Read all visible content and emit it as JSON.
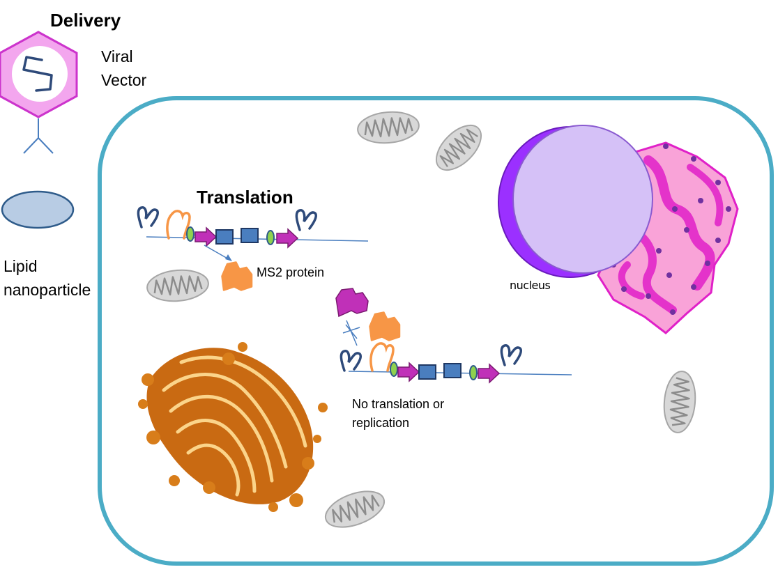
{
  "labels": {
    "delivery": "Delivery",
    "viral_vector_line1": "Viral",
    "viral_vector_line2": "Vector",
    "lipid_line1": "Lipid",
    "lipid_line2": "nanoparticle",
    "translation": "Translation",
    "ms2_protein": "MS2 protein",
    "nucleus": "nucleus",
    "no_translation_line1": "No translation or",
    "no_translation_line2": "replication"
  },
  "colors": {
    "cell_border": "#4bacc6",
    "capsid_fill": "#f3a6ee",
    "capsid_stroke": "#cc33cc",
    "lipid_fill": "#b8cce4",
    "lipid_stroke": "#2e5b8a",
    "rna_loop": "#2e4a7a",
    "ms2": "#f79646",
    "repressor": "#c030b8",
    "gene_box": "#4a7ebf",
    "rbs_oval": "#8fd14f",
    "mito_fill": "#d8d8d8",
    "nucleus_fill": "#d5c1f7",
    "nucleus_shadow": "#9b30ff",
    "er_fill": "#f9a3d8",
    "er_stroke": "#e020c8",
    "golgi": "#d87d1a"
  },
  "icons": [
    "viral-capsid-icon",
    "lipid-nanoparticle-icon",
    "mitochondrion-icon",
    "nucleus-icon",
    "endoplasmic-reticulum-icon",
    "golgi-apparatus-icon",
    "ms2-protein-icon",
    "repressor-protein-icon"
  ]
}
